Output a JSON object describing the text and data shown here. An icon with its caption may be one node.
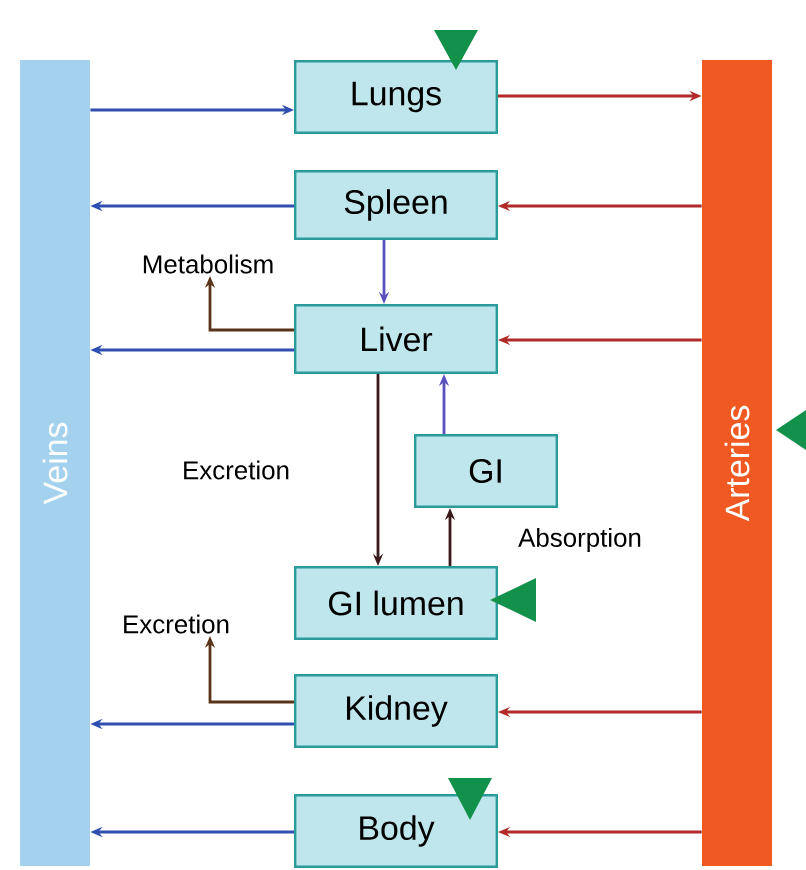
{
  "diagram": {
    "nodes": [
      {
        "text": [
          "Veins"
        ]
      },
      {
        "text": [
          "Arteries"
        ]
      },
      {
        "text": [
          "Lungs"
        ]
      },
      {
        "text": [
          "Spleen"
        ]
      },
      {
        "text": [
          "Liver"
        ]
      },
      {
        "text": [
          "GI"
        ]
      },
      {
        "text": [
          "GI lumen"
        ]
      },
      {
        "text": [
          "Kidney"
        ]
      },
      {
        "text": [
          "Body"
        ]
      },
      {
        "text": [
          "Metabolism"
        ]
      },
      {
        "text": [
          "Excretion"
        ]
      }
    ],
    "edges": [
      {
        "from": 0,
        "to": 2,
        "arrow": "to",
        "color": "#2e4fb0"
      },
      {
        "from": 2,
        "to": 1,
        "arrow": "to",
        "color": "#b02a2a"
      },
      {
        "from": 1,
        "to": 3,
        "arrow": "to",
        "color": "#b02a2a"
      },
      {
        "from": 3,
        "to": 0,
        "arrow": "to",
        "color": "#2e4fb0"
      },
      {
        "from": 3,
        "to": 4,
        "arrow": "to",
        "color": "#5a50c0"
      },
      {
        "from": 1,
        "to": 4,
        "arrow": "to",
        "color": "#b02a2a"
      },
      {
        "from": 4,
        "to": 0,
        "arrow": "to",
        "color": "#2e4fb0"
      },
      {
        "from": 4,
        "to": 9,
        "arrow": "to",
        "color": "#5a3418"
      },
      {
        "from": 5,
        "to": 4,
        "arrow": "to",
        "color": "#5a50c0"
      },
      {
        "from": 4,
        "to": 6,
        "arrow": "to",
        "color": "#3a1a1a",
        "label": "Excretion"
      },
      {
        "from": 6,
        "to": 5,
        "arrow": "to",
        "color": "#3a1a1a",
        "label": "Absorption"
      },
      {
        "from": 7,
        "to": 10,
        "arrow": "to",
        "color": "#5a3418"
      },
      {
        "from": 1,
        "to": 7,
        "arrow": "to",
        "color": "#b02a2a"
      },
      {
        "from": 7,
        "to": 0,
        "arrow": "to",
        "color": "#2e4fb0"
      },
      {
        "from": 1,
        "to": 8,
        "arrow": "to",
        "color": "#b02a2a"
      },
      {
        "from": 8,
        "to": 0,
        "arrow": "to",
        "color": "#2e4fb0"
      }
    ]
  }
}
